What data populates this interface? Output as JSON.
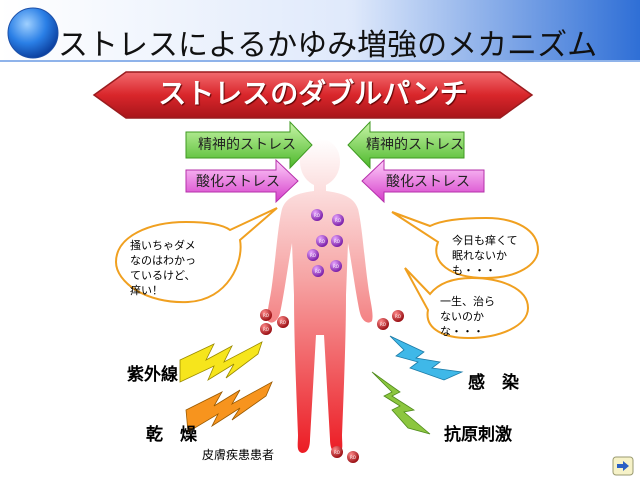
{
  "slide": {
    "title": "ストレスによるかゆみ増強のメカニズム",
    "banner": "ストレスのダブルパンチ",
    "arrows": {
      "left_top": "精神的ストレス",
      "right_top": "精神的ストレス",
      "left_bottom": "酸化ストレス",
      "right_bottom": "酸化ストレス"
    },
    "bubbles": {
      "left": [
        "掻いちゃダメ",
        "なのはわかっ",
        "ているけど、",
        "痒い！"
      ],
      "right_top": [
        "今日も痒くて",
        "眠れないか",
        "も・・・"
      ],
      "right_bottom": [
        "一生、治ら",
        "ないのか",
        "な・・・"
      ]
    },
    "factors": {
      "uv": "紫外線",
      "dry": "乾　燥",
      "infection": "感　染",
      "antigen": "抗原刺激"
    },
    "patient_label": "皮膚疾患患者",
    "molecule_label": "RO"
  },
  "colors": {
    "title_bar": "#2f6fd6",
    "banner": "#d9262b",
    "arrow_green": "#6fd33b",
    "arrow_magenta": "#e25ad8",
    "body_top": "#ffffff",
    "body_bottom": "#ec1c24",
    "bubble_border": "#f0a020",
    "bolt_yellow": "#f6e51c",
    "bolt_orange": "#f7941e",
    "bolt_cyan": "#3fb8e8",
    "bolt_green": "#8cc63f"
  },
  "icons": {
    "corner_circle": "blue-circle-icon",
    "next": "next-arrow-icon"
  }
}
